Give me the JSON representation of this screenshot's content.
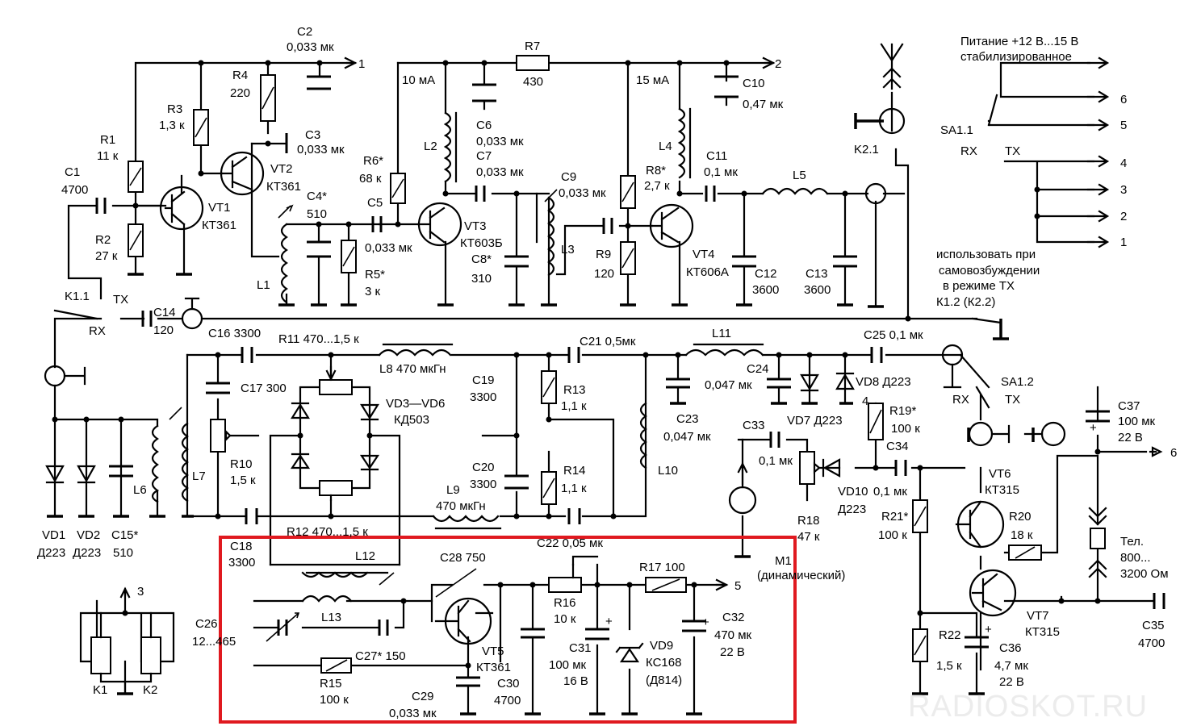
{
  "colors": {
    "highlight": "#e0191f",
    "ink": "#000000",
    "watermark": "#ececec"
  },
  "labels": {
    "c2": "C2",
    "c2v": "0,033 мк",
    "out1": "1",
    "r7": "R7",
    "r7v": "430",
    "out2": "2",
    "i10": "10 мА",
    "i15": "15 мА",
    "c10": "C10",
    "c10v": "0,47 мк",
    "r4": "R4",
    "r4v": "220",
    "r3": "R3",
    "r3v": "1,3 к",
    "c3": "C3",
    "c3v": "0,033 мк",
    "c6": "C6",
    "c6v": "0,033 мк",
    "c7": "C7",
    "c7v": "0,033 мк",
    "l2": "L2",
    "l4": "L4",
    "c11": "C11",
    "c11v": "0,1 мк",
    "r8": "R8*",
    "r8v": "2,7 к",
    "l5": "L5",
    "k21": "K2.1",
    "r1": "R1",
    "r1v": "11 к",
    "c1": "C1",
    "c1v": "4700",
    "vt1": "VT1",
    "vt1t": "КТ361",
    "vt2": "VT2",
    "vt2t": "КТ361",
    "r6": "R6*",
    "r6v": "68 к",
    "c4": "C4*",
    "c4v": "510",
    "c5": "C5",
    "c5v": "0,033 мк",
    "vt3": "VT3",
    "vt3t": "КТ603Б",
    "c9": "C9",
    "c9v": "0,033 мк",
    "vt4": "VT4",
    "vt4t": "КТ606А",
    "r2": "R2",
    "r2v": "27 к",
    "r5": "R5*",
    "r5v": "3 к",
    "l1": "L1",
    "l3": "L3",
    "c8": "C8*",
    "c8v": "310",
    "r9": "R9",
    "r9v": "120",
    "c12": "C12",
    "c12v": "3600",
    "c13": "C13",
    "c13v": "3600",
    "power1": "Питание +12 В...15 В",
    "power2": "стабилизированное",
    "sa11": "SA1.1",
    "rx": "RX",
    "tx": "TX",
    "o6": "6",
    "o5": "5",
    "o4": "4",
    "o3": "3",
    "o2": "2",
    "o1": "1",
    "note1": "использовать при",
    "note2": "самовозбуждении",
    "note3": "в режиме ТХ",
    "note4": "К1.2 (К2.2)",
    "k11": "K1.1",
    "c14": "C14",
    "c14v": "120",
    "c16": "C16 3300",
    "r11": "R11 470...1,5 к",
    "l8": "L8 470 мкГн",
    "c21": "C21 0,5мк",
    "l11": "L11",
    "c25": "C25 0,1 мк",
    "c24": "C24",
    "c24v": "0,047 мк",
    "vd8": "VD8 Д223",
    "n4": "4",
    "sa12": "SA1.2",
    "c17": "C17 300",
    "vd36": "VD3—VD6",
    "vd36t": "КД503",
    "c19": "C19",
    "c19v": "3300",
    "r13": "R13",
    "r13v": "1,1 к",
    "c23": "C23",
    "c23v": "0,047 мк",
    "c33": "C33",
    "c33v": "0,1 мк",
    "vd7": "VD7 Д223",
    "r19": "R19*",
    "r19v": "100 к",
    "c34": "C34",
    "c34v": "0,1 мк",
    "c37": "C37",
    "c37v": "100 мк",
    "c37u": "22 В",
    "out6": "6",
    "vt6": "VT6",
    "vt6t": "КТ315",
    "r10": "R10",
    "r10v": "1,5 к",
    "l6": "L6",
    "l7": "L7",
    "c20": "C20",
    "c20v": "3300",
    "r14": "R14",
    "r14v": "1,1 к",
    "l9": "L9",
    "l9v": "470 мкГн",
    "l10": "L10",
    "vd10": "VD10",
    "vd10t": "Д223",
    "r18": "R18",
    "r18v": "47 к",
    "r21": "R21*",
    "r21v": "100 к",
    "r20": "R20",
    "r20v": "18 к",
    "vd1": "VD1",
    "vd1t": "Д223",
    "vd2": "VD2",
    "vd2t": "Д223",
    "c15": "C15*",
    "c15v": "510",
    "c18": "C18",
    "c18v": "3300",
    "r12": "R12 470...1,5 к",
    "l12": "L12",
    "c28": "C28 750",
    "c22": "C22 0,05 мк",
    "mic": "M1",
    "micd": "(динамический)",
    "tel": "Тел.",
    "telv": "800...",
    "telr": "3200 Ом",
    "r17": "R17 100",
    "o5b": "5",
    "l13": "L13",
    "r16": "R16",
    "r16v": "10 к",
    "c26": "C26",
    "c26v": "12...465",
    "vt5": "VT5",
    "vt5t": "КТ361",
    "c31": "C31",
    "c31v": "100 мк",
    "c31u": "16 В",
    "vd9": "VD9",
    "vd9t": "КС168",
    "vd9a": "(Д814)",
    "c32": "C32",
    "c32v": "470 мк",
    "c32u": "22 В",
    "vt7": "VT7",
    "vt7t": "КТ315",
    "c35": "C35",
    "c35v": "4700",
    "c27": "C27* 150",
    "r15": "R15",
    "r15v": "100 к",
    "c29": "C29",
    "c29v": "0,033 мк",
    "c30": "C30",
    "c30v": "4700",
    "r22": "R22",
    "r22v": "1,5 к",
    "c36": "C36",
    "c36v": "4,7 мк",
    "c36u": "22 В",
    "k1": "K1",
    "k2": "K2",
    "n3": "3"
  },
  "watermark": "RADIOSKOT.RU"
}
